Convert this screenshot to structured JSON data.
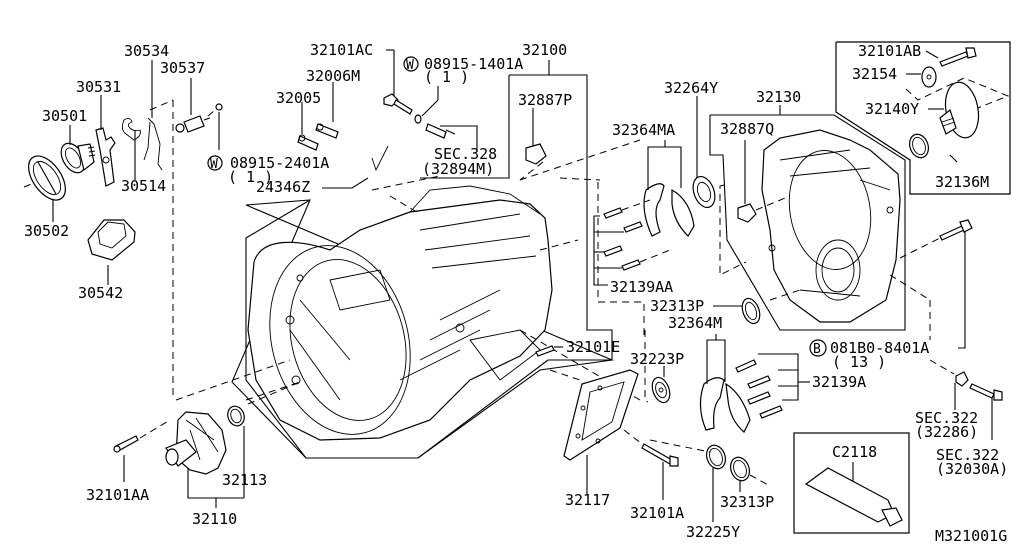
{
  "diagram_id": "M321001G",
  "labels": {
    "p30534": "30534",
    "p30537": "30537",
    "p30531": "30531",
    "p30501": "30501",
    "p30514": "30514",
    "p30502": "30502",
    "p30542": "30542",
    "w_08915_2401A": "08915-2401A",
    "w_08915_2401A_qty": "( 1 )",
    "p32101AC": "32101AC",
    "w_08915_1401A": "08915-1401A",
    "w_08915_1401A_qty": "( 1 )",
    "p32006M": "32006M",
    "p32005": "32005",
    "p24346Z": "24346Z",
    "sec328": "SEC.328",
    "sec328_ref": "(32894M)",
    "p32100": "32100",
    "p32887P": "32887P",
    "p32264Y": "32264Y",
    "p32364MA": "32364MA",
    "p32130": "32130",
    "p32887Q": "32887Q",
    "p32101AB": "32101AB",
    "p32154": "32154",
    "p32140Y": "32140Y",
    "p32136M": "32136M",
    "p32139AA": "32139AA",
    "p32313P_top": "32313P",
    "p32364M": "32364M",
    "p32101E": "32101E",
    "p32223P": "32223P",
    "b_081B0_8401A": "081B0-8401A",
    "b_081B0_8401A_qty": "( 13 )",
    "p32139A": "32139A",
    "sec322_a": "SEC.322",
    "sec322_a_ref": "(32286)",
    "sec322_b": "SEC.322",
    "sec322_b_ref": "(32030A)",
    "p32101AA": "32101AA",
    "p32113": "32113",
    "p32110": "32110",
    "p32117": "32117",
    "p32101A": "32101A",
    "p32313P_bottom": "32313P",
    "p32225Y": "32225Y",
    "c2118": "C2118"
  },
  "symbols": {
    "washer_marker": "W",
    "bolt_marker": "B"
  }
}
